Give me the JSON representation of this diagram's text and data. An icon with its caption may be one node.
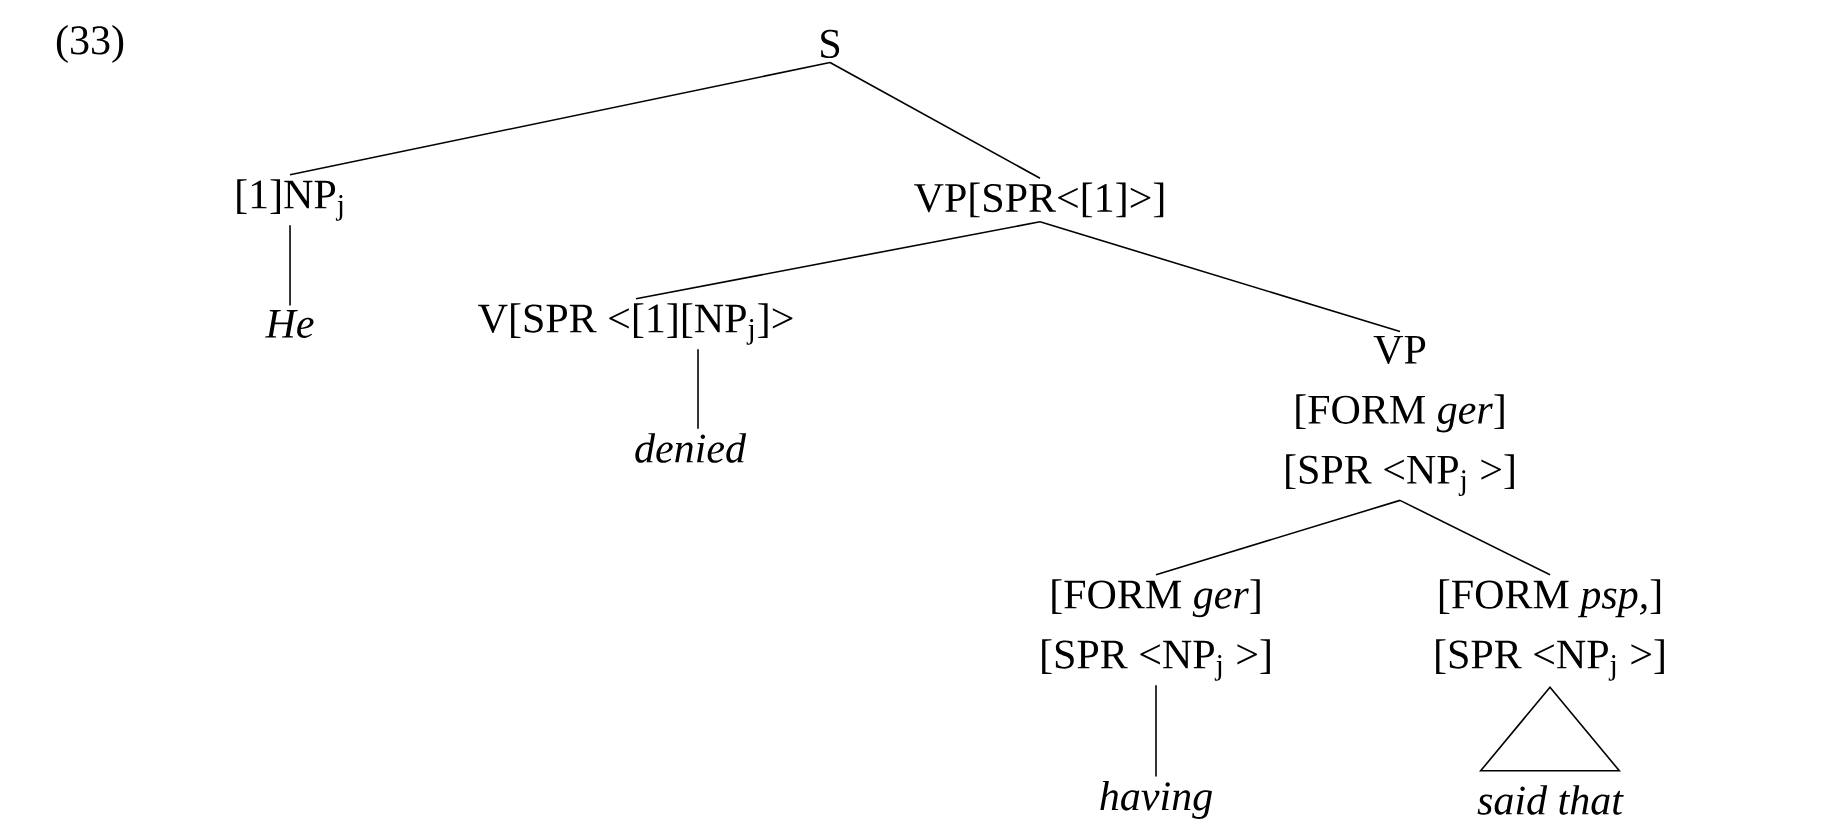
{
  "diagram": {
    "nodes": [
      {
        "text": [
          "S"
        ]
      },
      {
        "text": [
          "[1]NP$_{j}$"
        ]
      },
      {
        "text": [
          "He"
        ]
      },
      {
        "text": [
          "VP[SPR<[1]>]"
        ]
      },
      {
        "text": [
          "V[SPR <[1][NP$_{j}$]>"
        ]
      },
      {
        "text": [
          "denied"
        ]
      },
      {
        "text": [
          "VP",
          "[FORM *ger*]",
          "[SPR <NP$_{j}$ >]"
        ]
      },
      {
        "text": [
          "[FORM *ger*]",
          "[SPR <NP$_{j}$ >]"
        ]
      },
      {
        "text": [
          "[FORM *psp,*]",
          "[SPR <NP$_{j}$ >]"
        ]
      },
      {
        "text": [
          "having"
        ]
      },
      {
        "text": [
          "said that"
        ]
      }
    ],
    "edges": [
      {
        "from": 0,
        "to": 1,
        "arrow": "none"
      },
      {
        "from": 0,
        "to": 3,
        "arrow": "none"
      },
      {
        "from": 1,
        "to": 2,
        "arrow": "none"
      },
      {
        "from": 3,
        "to": 4,
        "arrow": "none"
      },
      {
        "from": 3,
        "to": 6,
        "arrow": "none"
      },
      {
        "from": 4,
        "to": 5,
        "arrow": "none"
      },
      {
        "from": 6,
        "to": 7,
        "arrow": "none"
      },
      {
        "from": 6,
        "to": 8,
        "arrow": "none"
      },
      {
        "from": 7,
        "to": 9,
        "arrow": "none"
      },
      {
        "from": 8,
        "to": 10,
        "arrow": "none"
      }
    ],
    "labels": [
      "(33)"
    ]
  }
}
